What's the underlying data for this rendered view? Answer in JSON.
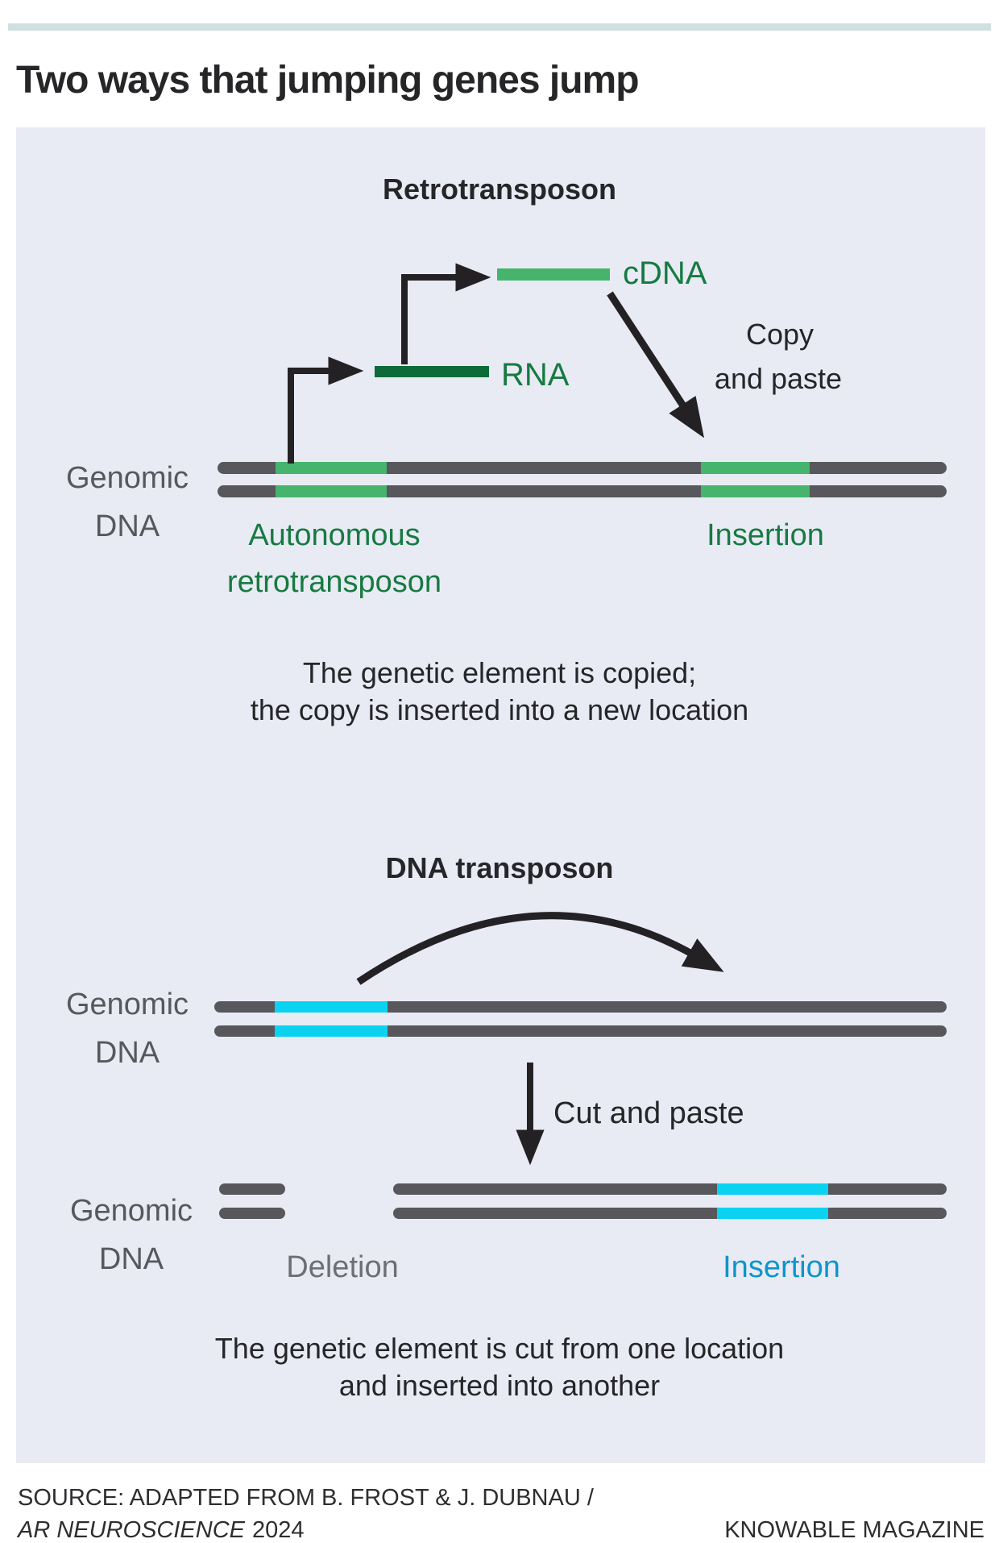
{
  "header": {
    "title": "Two ways that jumping genes jump"
  },
  "retro": {
    "title": "Retrotransposon",
    "cdna_label": "cDNA",
    "rna_label": "RNA",
    "copy_label_line1": "Copy",
    "copy_label_line2": "and paste",
    "genomic_dna_line1": "Genomic",
    "genomic_dna_line2": "DNA",
    "autonomous_line1": "Autonomous",
    "autonomous_line2": "retrotransposon",
    "insertion_label": "Insertion",
    "caption_line1": "The genetic element is copied;",
    "caption_line2": "the copy is inserted into a new location"
  },
  "dna_transposon": {
    "title": "DNA transposon",
    "genomic_dna_line1": "Genomic",
    "genomic_dna_line2": "DNA",
    "cut_label": "Cut and paste",
    "genomic_dna2_line1": "Genomic",
    "genomic_dna2_line2": "DNA",
    "deletion_label": "Deletion",
    "insertion_label": "Insertion",
    "caption_line1": "The genetic element is cut from one location",
    "caption_line2": "and inserted into another"
  },
  "footer": {
    "source_line1": "SOURCE: ADAPTED FROM B. FROST & J. DUBNAU /",
    "source_journal": "AR NEUROSCIENCE",
    "source_year": "2024",
    "credit": "KNOWABLE MAGAZINE"
  },
  "colors": {
    "accent_teal_bar": "#d0dfdf",
    "panel_bg": "#e8ebf4",
    "dna_bar_gray": "#57575c",
    "transposon_green": "#46b46c",
    "rna_dark_green": "#0c6b38",
    "green_text": "#177a42",
    "transposon_cyan": "#0bd2f1",
    "insertion_blue_text": "#0d95cc",
    "deletion_gray_text": "#6e6e73",
    "label_gray": "#58585c",
    "ink": "#262629",
    "arrow_black": "#242124"
  }
}
